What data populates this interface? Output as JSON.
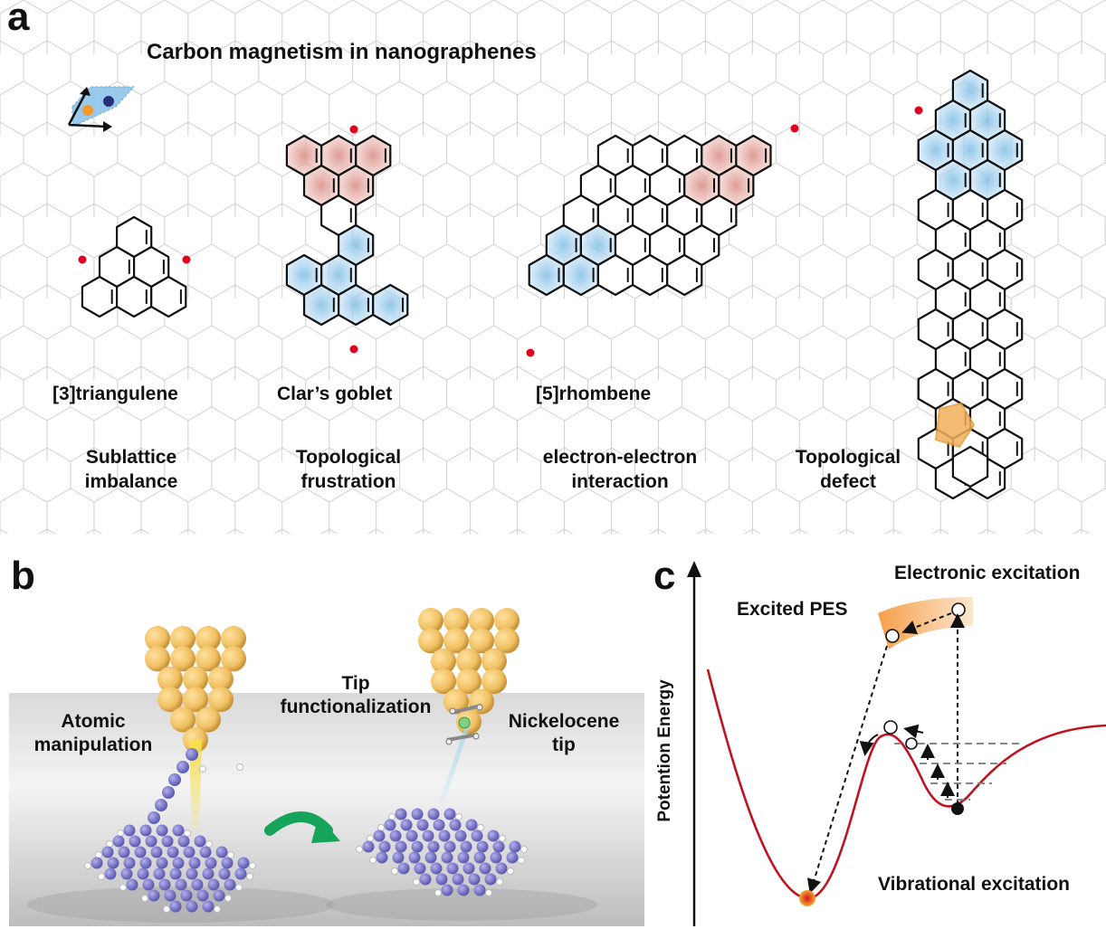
{
  "panel_a": {
    "letter": "a",
    "title": "Carbon magnetism in nanographenes",
    "molecules": [
      {
        "name": "[3]triangulene",
        "mechanism_line1": "Sublattice",
        "mechanism_line2": "imbalance"
      },
      {
        "name": "Clar’s goblet",
        "mechanism_line1": "Topological",
        "mechanism_line2": "frustration"
      },
      {
        "name": "[5]rhombene",
        "mechanism_line1": "electron-electron",
        "mechanism_line2": "interaction"
      },
      {
        "name": "",
        "mechanism_line1": "Topological",
        "mechanism_line2": "defect"
      }
    ],
    "colors": {
      "sublattice_a": "#e8a49c",
      "sublattice_b": "#8cc4e6",
      "spin_dot": "#e0001b",
      "defect": "#f2b05a",
      "lattice": "#c8c8c8"
    }
  },
  "panel_b": {
    "letter": "b",
    "left_label_line1": "Atomic",
    "left_label_line2": "manipulation",
    "mid_label_line1": "Tip",
    "mid_label_line2": "functionalization",
    "right_label_line1": "Nickelocene",
    "right_label_line2": "tip",
    "colors": {
      "tip_atom": "#f2c463",
      "carbon": "#7b78cc",
      "hydrogen": "#ffffff",
      "arrow": "#16a35a"
    }
  },
  "panel_c": {
    "letter": "c",
    "y_axis_label": "Potention Energy",
    "excited_pes_label": "Excited PES",
    "electronic_label": "Electronic excitation",
    "vibrational_label": "Vibrational excitation",
    "colors": {
      "curve": "#c0121f",
      "excited_band": "#f5a04a",
      "ground_dot": "#111111",
      "min_dot": "#e0001b"
    }
  }
}
